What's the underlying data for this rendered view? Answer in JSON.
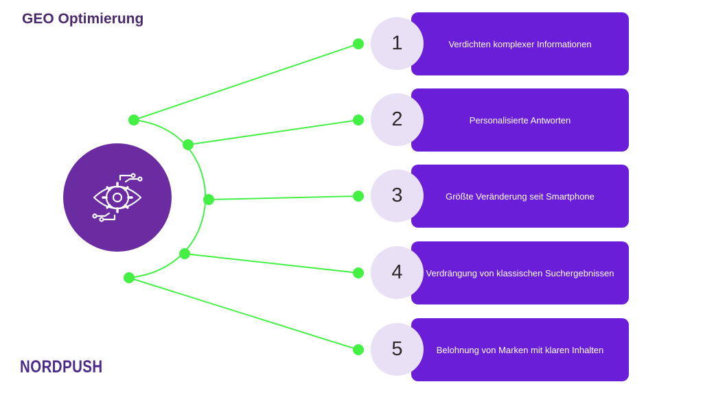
{
  "title": "GEO Optimierung",
  "hub": {
    "icon": "ai-eye-circuit-icon"
  },
  "items": [
    {
      "number": "1",
      "label": "Verdichten komplexer Informationen"
    },
    {
      "number": "2",
      "label": "Personalisierte Antworten"
    },
    {
      "number": "3",
      "label": "Größte Veränderung seit Smartphone"
    },
    {
      "number": "4",
      "label": "Verdrängung von klassischen Suchergebnissen"
    },
    {
      "number": "5",
      "label": "Belohnung von Marken mit klaren Inhalten"
    }
  ],
  "logo": {
    "text": "NORDPUSH"
  },
  "colors": {
    "title": "#4a2a6a",
    "hub": "#6a2ca0",
    "card": "#6a1ed8",
    "number_circle": "#e8e0f4",
    "connector": "#44f044",
    "logo": "#4a2a8a"
  }
}
